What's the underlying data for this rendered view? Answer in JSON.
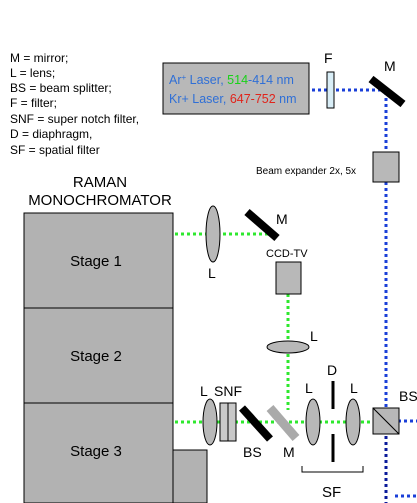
{
  "legend": {
    "lines": [
      "M = mirror;",
      "L = lens;",
      "BS = beam splitter;",
      "F = filter;",
      "SNF = super notch filter,",
      "D = diaphragm,",
      "SF = spatial filter"
    ]
  },
  "laser_box": {
    "ar_prefix": "Ar",
    "ar_sup": "+",
    "ar_mid": " Laser, ",
    "ar_range_green": "514",
    "ar_range_blue": "-414 nm",
    "kr_prefix": "Kr+ Laser, ",
    "kr_range_red": "647-752",
    "kr_unit": " nm",
    "colors": {
      "fill": "#b8b8b8",
      "blue_text": "#2f6fd6",
      "green_text": "#19d219",
      "red_text": "#e0241b"
    }
  },
  "monochromator": {
    "title_line1": "RAMAN",
    "title_line2": "MONOCHROMATOR",
    "stages": [
      "Stage 1",
      "Stage 2",
      "Stage 3"
    ],
    "stage_fill": "#b2b2b2"
  },
  "components": {
    "filter_F": "F",
    "mirror_top_right": "M",
    "beam_expander": "Beam expander 2x, 5x",
    "mirror_M1": "M",
    "lens_L_stage1": "L",
    "ccd": "CCD-TV",
    "lens_L_vertical": "L",
    "lens_L_snf": "L",
    "snf": "SNF",
    "bs_left": "BS",
    "mirror_M_bottom": "M",
    "sf_lens_left": "L",
    "diaphragm_D": "D",
    "sf_lens_right": "L",
    "sf_label": "SF",
    "bs_right": "BS"
  },
  "beam_colors": {
    "green": "#2ee82e",
    "blue": "#1a3fd8",
    "dark_blue": "#0a1a9a"
  }
}
